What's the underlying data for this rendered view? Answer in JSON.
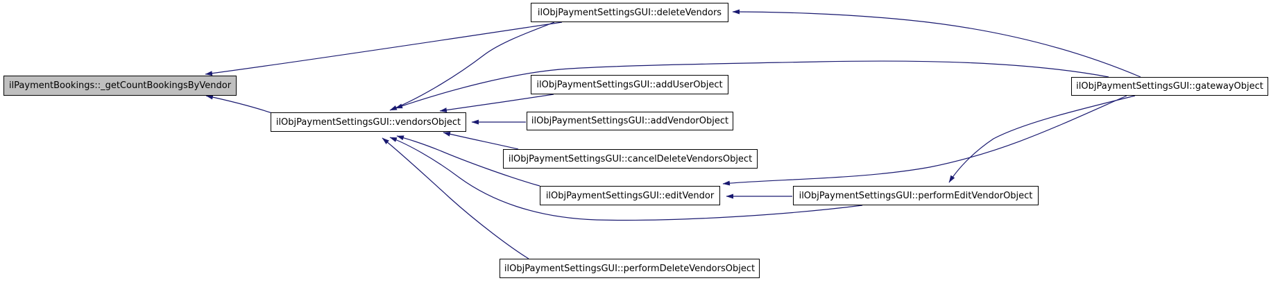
{
  "diagram": {
    "type": "doxygen-caller-graph",
    "background_color": "#ffffff",
    "edge_color": "#191970",
    "node_border_color": "#000000",
    "node_fill_color": "#ffffff",
    "highlighted_node_fill_color": "#bfbfbf",
    "nodes": [
      {
        "id": "getCountBookingsByVendor",
        "label": "ilPaymentBookings::_getCountBookingsByVendor",
        "highlighted": true
      },
      {
        "id": "deleteVendors",
        "label": "ilObjPaymentSettingsGUI::deleteVendors",
        "highlighted": false
      },
      {
        "id": "addUserObject",
        "label": "ilObjPaymentSettingsGUI::addUserObject",
        "highlighted": false
      },
      {
        "id": "vendorsObject",
        "label": "ilObjPaymentSettingsGUI::vendorsObject",
        "highlighted": false
      },
      {
        "id": "addVendorObject",
        "label": "ilObjPaymentSettingsGUI::addVendorObject",
        "highlighted": false
      },
      {
        "id": "cancelDeleteVendorsObject",
        "label": "ilObjPaymentSettingsGUI::cancelDeleteVendorsObject",
        "highlighted": false
      },
      {
        "id": "editVendor",
        "label": "ilObjPaymentSettingsGUI::editVendor",
        "highlighted": false
      },
      {
        "id": "performEditVendorObject",
        "label": "ilObjPaymentSettingsGUI::performEditVendorObject",
        "highlighted": false
      },
      {
        "id": "gatewayObject",
        "label": "ilObjPaymentSettingsGUI::gatewayObject",
        "highlighted": false
      },
      {
        "id": "performDeleteVendorsObject",
        "label": "ilObjPaymentSettingsGUI::performDeleteVendorsObject",
        "highlighted": false
      }
    ],
    "edges": [
      {
        "from": "deleteVendors",
        "to": "getCountBookingsByVendor"
      },
      {
        "from": "vendorsObject",
        "to": "getCountBookingsByVendor"
      },
      {
        "from": "deleteVendors",
        "to": "vendorsObject"
      },
      {
        "from": "gatewayObject",
        "to": "vendorsObject"
      },
      {
        "from": "addUserObject",
        "to": "vendorsObject"
      },
      {
        "from": "addVendorObject",
        "to": "vendorsObject"
      },
      {
        "from": "cancelDeleteVendorsObject",
        "to": "vendorsObject"
      },
      {
        "from": "editVendor",
        "to": "vendorsObject"
      },
      {
        "from": "performEditVendorObject",
        "to": "vendorsObject"
      },
      {
        "from": "performDeleteVendorsObject",
        "to": "vendorsObject"
      },
      {
        "from": "gatewayObject",
        "to": "deleteVendors"
      },
      {
        "from": "gatewayObject",
        "to": "editVendor"
      },
      {
        "from": "gatewayObject",
        "to": "performEditVendorObject"
      },
      {
        "from": "performEditVendorObject",
        "to": "editVendor"
      }
    ]
  }
}
